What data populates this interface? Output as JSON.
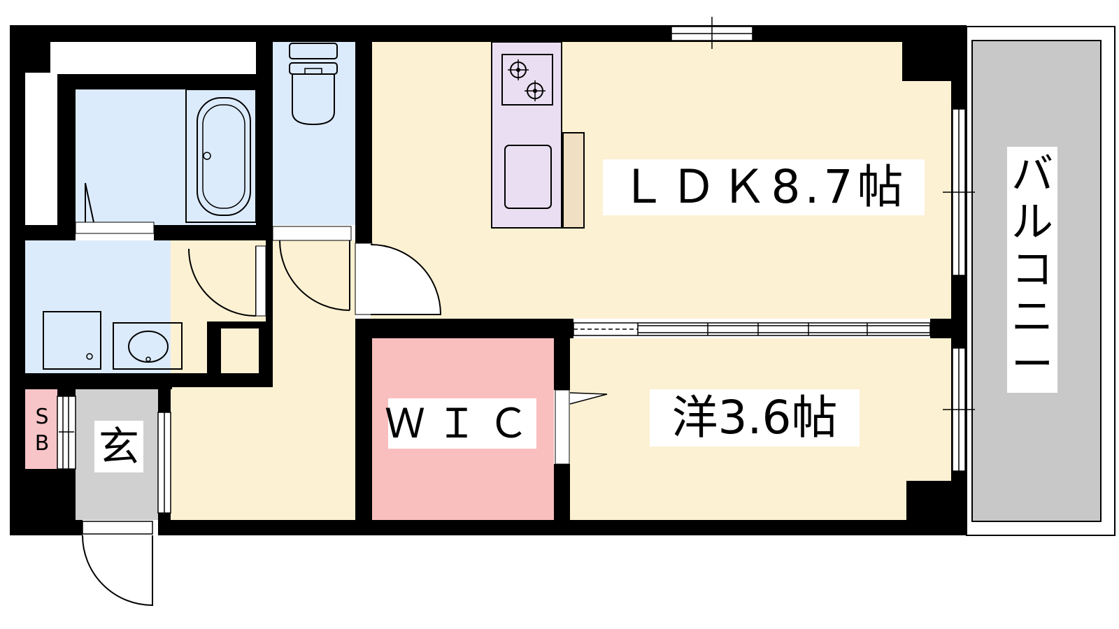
{
  "rooms": {
    "ldk_label": "ＬＤＫ8.7帖",
    "western_label": "洋3.6帖",
    "wic_label": "ＷＩＣ",
    "entrance_label": "玄",
    "shoebox_label_1": "S",
    "shoebox_label_2": "B",
    "balcony_chars": [
      "バ",
      "ル",
      "コ",
      "ニ",
      "ー"
    ]
  },
  "colors": {
    "living": "#fdf1d3",
    "wet_area": "#dcebfb",
    "kitchen": "#eadff2",
    "wic": "#f9bebe",
    "entrance": "#d0d0d0",
    "balcony": "#c8c8c8",
    "shoebox": "#f7c4c8",
    "wall": "#000000"
  }
}
